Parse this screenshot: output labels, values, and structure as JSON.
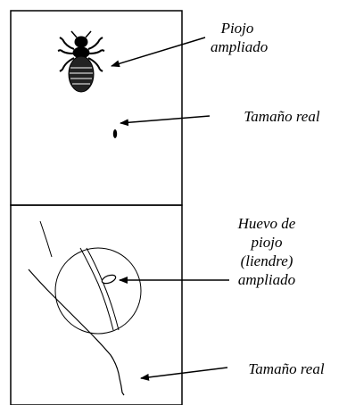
{
  "top_panel": {
    "louse_label_line1": "Piojo",
    "louse_label_line2": "ampliado",
    "real_size_label": "Tamaño real"
  },
  "bottom_panel": {
    "egg_label_line1": "Huevo de",
    "egg_label_line2": "piojo",
    "egg_label_line3": "(liendre)",
    "egg_label_line4": "ampliado",
    "real_size_label": "Tamaño real"
  },
  "colors": {
    "ink": "#000000",
    "background": "#ffffff"
  },
  "icons": [
    "louse-icon",
    "louse-real-size-icon",
    "hair-strand-icon",
    "nit-egg-icon"
  ]
}
